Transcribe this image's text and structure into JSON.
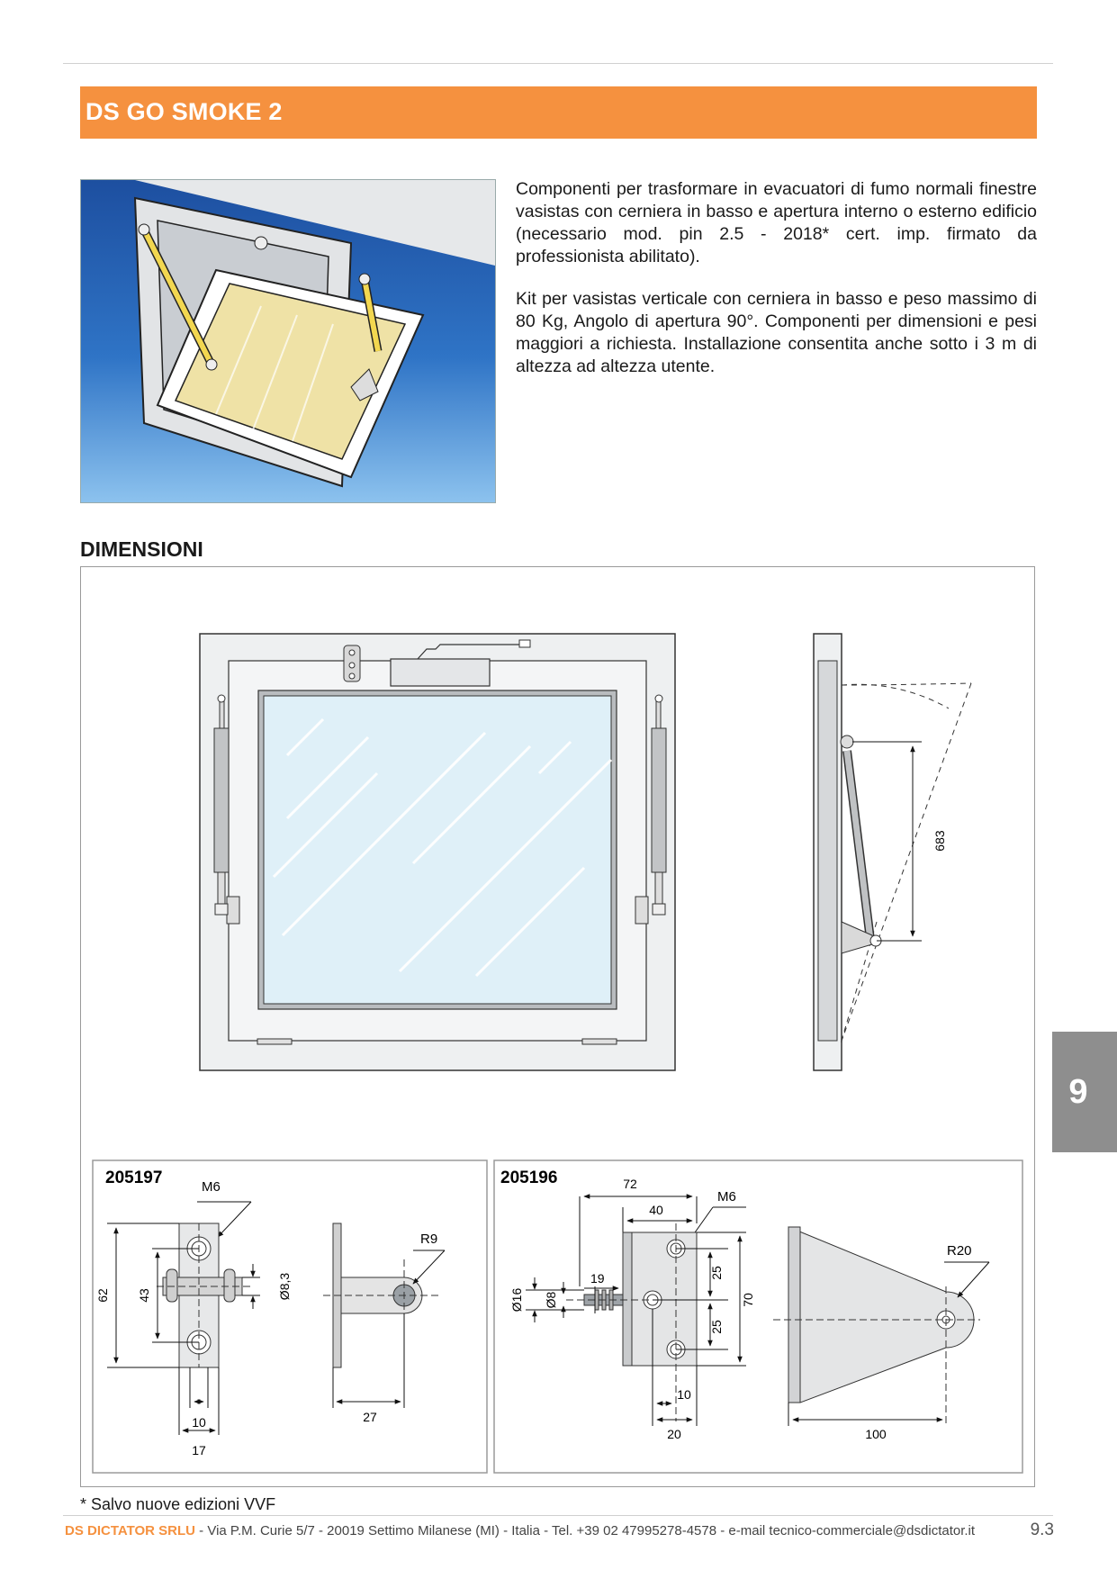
{
  "header": {
    "title": "DS GO SMOKE 2"
  },
  "intro": {
    "paragraph1": "Componenti per trasformare in evacuatori di fumo normali finestre vasistas con cerniera in basso e apertura interno o esterno edificio (necessario mod. pin 2.5 - 2018* cert. imp. firmato da professionista abilitato).",
    "paragraph2": "Kit per vasistas verticale con cerniera in basso e peso massimo di 80 Kg, Angolo di apertura 90°. Componenti per dimensioni e pesi maggiori a richiesta. Installazione consentita anche sotto i 3 m di altezza ad altezza utente."
  },
  "dimensions": {
    "title": "DIMENSIONI",
    "side_view_dim": "683",
    "part_a": {
      "code": "205197",
      "thread": "M6",
      "radius": "R9",
      "height_total": "62",
      "height_holes": "43",
      "pin_dia": "Ø8,3",
      "width_inner": "10",
      "width_outer": "17",
      "depth": "27"
    },
    "part_b": {
      "code": "205196",
      "len_total": "72",
      "len_body": "40",
      "thread": "M6",
      "pin_len": "19",
      "dia_outer": "Ø16",
      "dia_inner": "Ø8",
      "gap_top": "25",
      "gap_bottom": "25",
      "height": "70",
      "offset_small": "10",
      "offset_large": "20",
      "radius": "R20",
      "plate_len": "100"
    }
  },
  "side_tab": {
    "label": "9"
  },
  "footnote": "* Salvo nuove edizioni VVF",
  "footer": {
    "company": "DS DICTATOR SRLU",
    "address": " - Via P.M. Curie 5/7 - 20019 Settimo Milanese (MI) - Italia - Tel. +39 02 47995278-4578 - e-mail tecnico-commerciale@dsdictator.it",
    "page": "9.3"
  },
  "colors": {
    "accent": "#f5913f",
    "tab": "#8e8e8e"
  }
}
